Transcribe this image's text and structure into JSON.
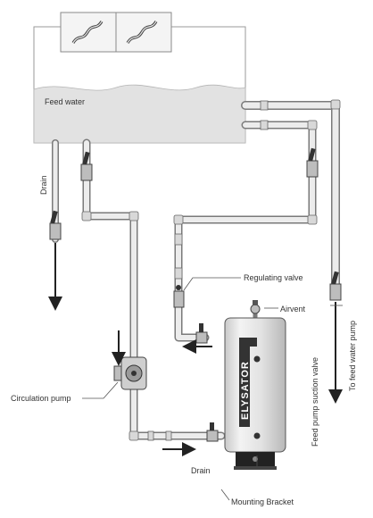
{
  "diagram": {
    "tank_label": "Feed water",
    "labels": {
      "drain_left": "Drain",
      "regulating_valve": "Regulating valve",
      "airvent": "Airvent",
      "circulation_pump": "Circulation pump",
      "drain_bottom": "Drain",
      "mounting_bracket": "Mounting Bracket",
      "feed_pump_suction_valve": "Feed pump suction valve",
      "to_feed_water_pump": "To feed water pump"
    },
    "unit_brand": "ELYSATOR",
    "colors": {
      "tank_fill": "#e4e4e4",
      "pipe_fill": "#dedede",
      "pipe_stroke": "#7a7a7a",
      "unit_fill": "#dddddd",
      "dark": "#222222"
    }
  }
}
